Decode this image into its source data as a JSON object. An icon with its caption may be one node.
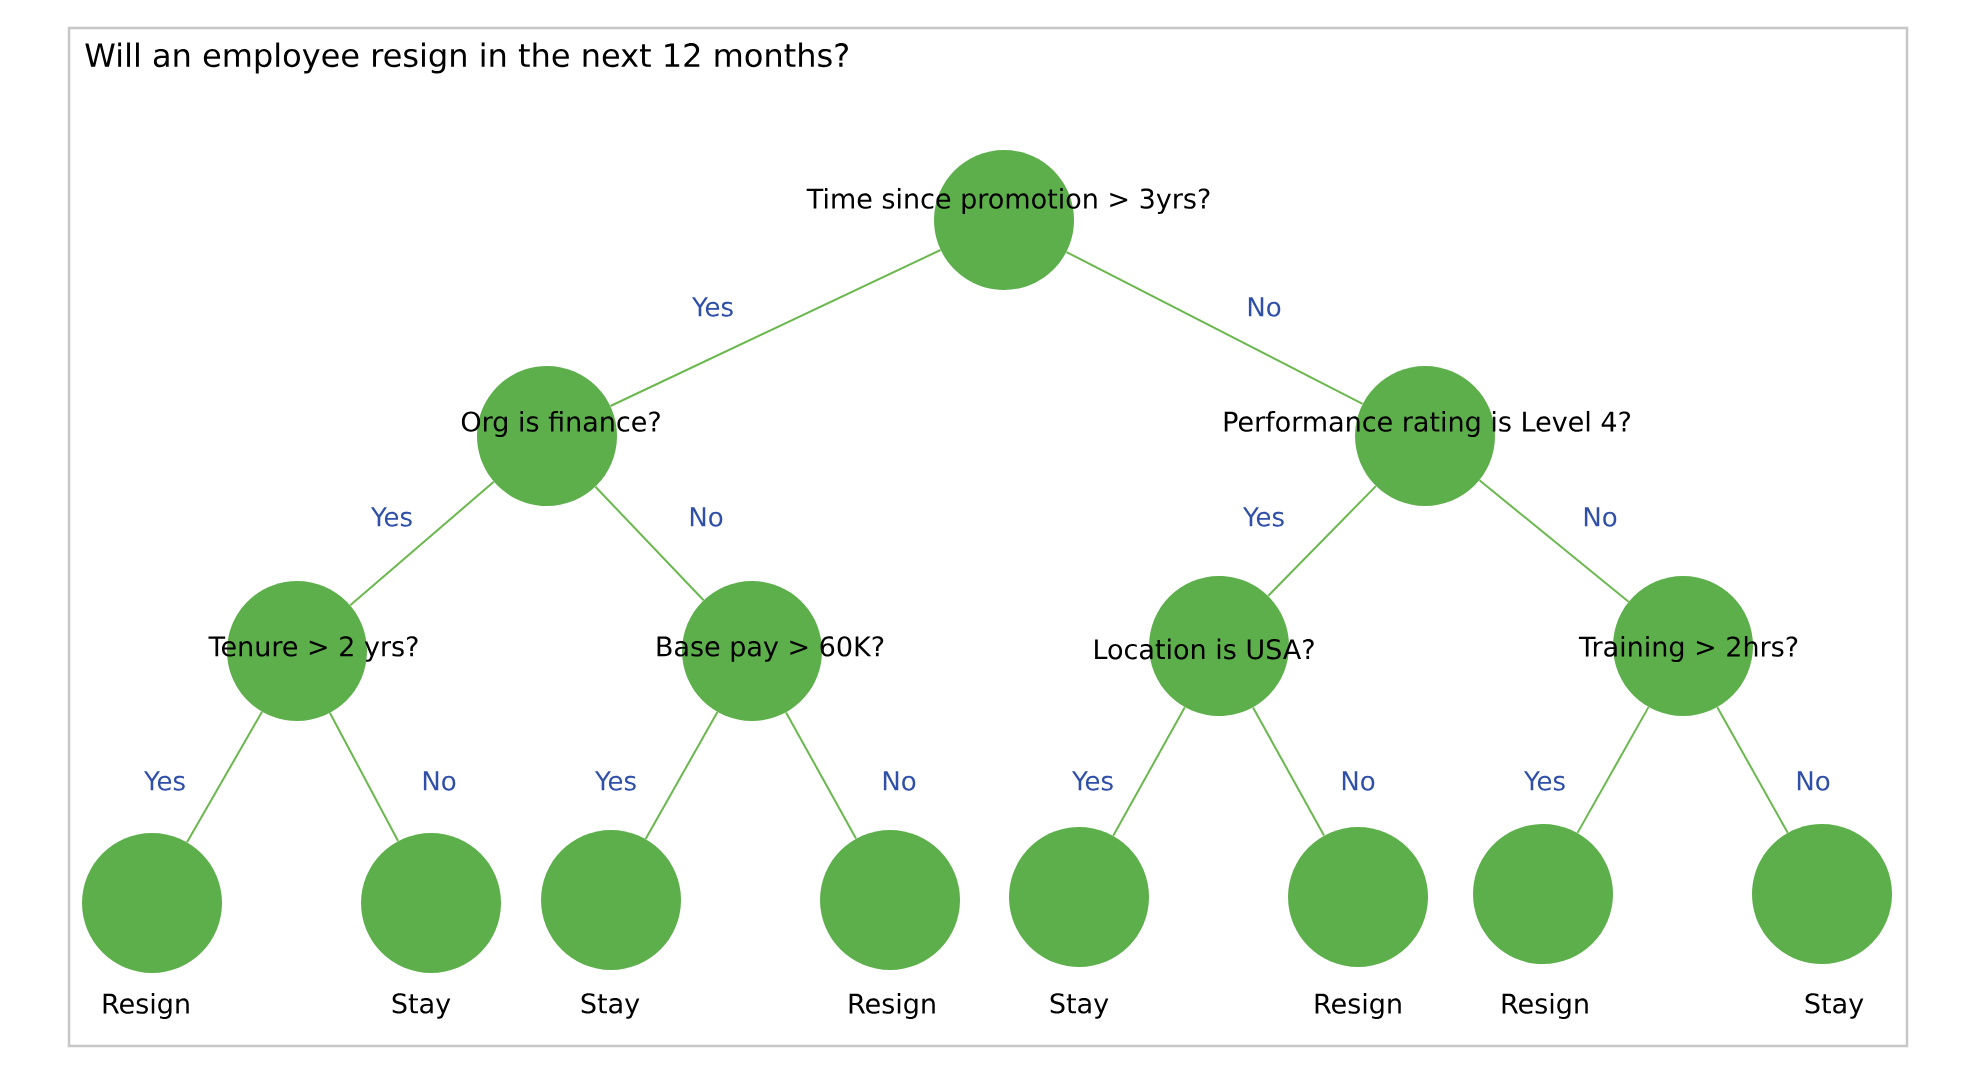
{
  "diagram": {
    "title": "Will an employee resign in the next 12 months?",
    "nodes": [
      {
        "text": [
          "Time since promotion > 3yrs?"
        ]
      },
      {
        "text": [
          "Org is finance?"
        ]
      },
      {
        "text": [
          "Performance rating is Level 4?"
        ]
      },
      {
        "text": [
          "Tenure > 2 yrs?"
        ]
      },
      {
        "text": [
          "Base pay > 60K?"
        ]
      },
      {
        "text": [
          "Location is USA?"
        ]
      },
      {
        "text": [
          "Training > 2hrs?"
        ]
      },
      {
        "text": [
          "Resign"
        ]
      },
      {
        "text": [
          "Stay"
        ]
      },
      {
        "text": [
          "Stay"
        ]
      },
      {
        "text": [
          "Resign"
        ]
      },
      {
        "text": [
          "Stay"
        ]
      },
      {
        "text": [
          "Resign"
        ]
      },
      {
        "text": [
          "Resign"
        ]
      },
      {
        "text": [
          "Stay"
        ]
      }
    ],
    "edges": [
      {
        "from": 0,
        "to": 1,
        "arrow": "none",
        "label": "Yes"
      },
      {
        "from": 0,
        "to": 2,
        "arrow": "none",
        "label": "No"
      },
      {
        "from": 1,
        "to": 3,
        "arrow": "none",
        "label": "Yes"
      },
      {
        "from": 1,
        "to": 4,
        "arrow": "none",
        "label": "No"
      },
      {
        "from": 2,
        "to": 5,
        "arrow": "none",
        "label": "Yes"
      },
      {
        "from": 2,
        "to": 6,
        "arrow": "none",
        "label": "No"
      },
      {
        "from": 3,
        "to": 7,
        "arrow": "none",
        "label": "Yes"
      },
      {
        "from": 3,
        "to": 8,
        "arrow": "none",
        "label": "No"
      },
      {
        "from": 4,
        "to": 9,
        "arrow": "none",
        "label": "Yes"
      },
      {
        "from": 4,
        "to": 10,
        "arrow": "none",
        "label": "No"
      },
      {
        "from": 5,
        "to": 11,
        "arrow": "none",
        "label": "Yes"
      },
      {
        "from": 5,
        "to": 12,
        "arrow": "none",
        "label": "No"
      },
      {
        "from": 6,
        "to": 13,
        "arrow": "none",
        "label": "Yes"
      },
      {
        "from": 6,
        "to": 14,
        "arrow": "none",
        "label": "No"
      }
    ]
  }
}
